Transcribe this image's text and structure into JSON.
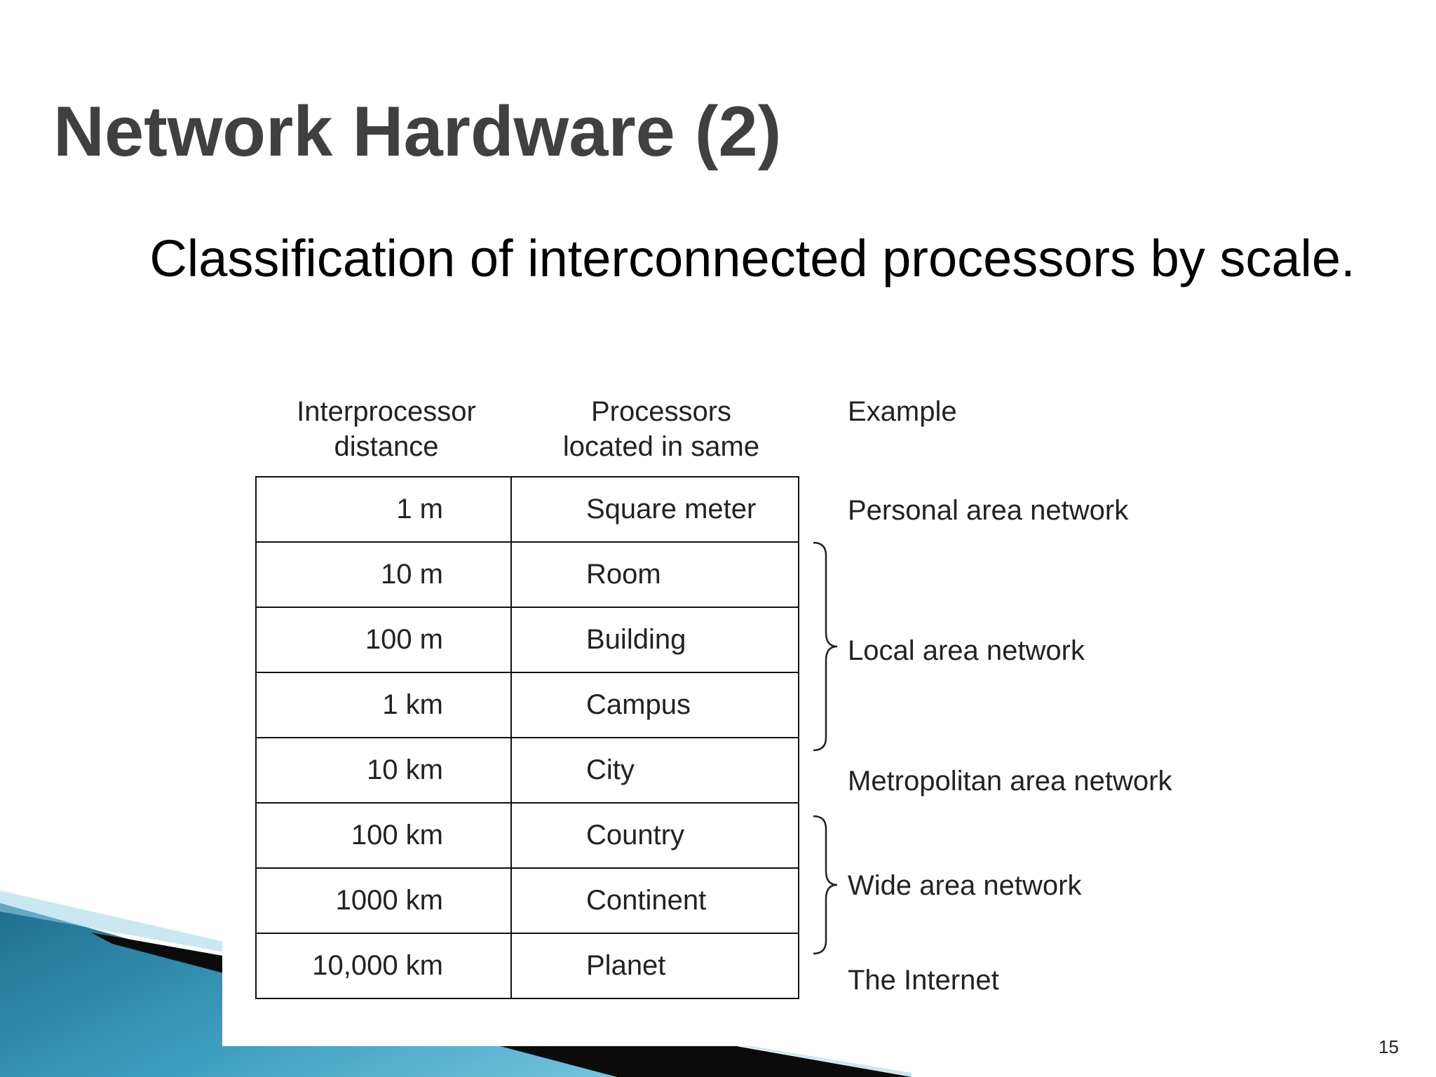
{
  "slide": {
    "title": "Network Hardware (2)",
    "subtitle": "Classification of interconnected processors by scale.",
    "page_number": "15"
  },
  "figure": {
    "headers": {
      "distance": "Interprocessor\ndistance",
      "located": "Processors\nlocated in same",
      "example": "Example"
    },
    "rows": [
      {
        "distance": "1 m",
        "located": "Square meter"
      },
      {
        "distance": "10 m",
        "located": "Room"
      },
      {
        "distance": "100 m",
        "located": "Building"
      },
      {
        "distance": "1 km",
        "located": "Campus"
      },
      {
        "distance": "10 km",
        "located": "City"
      },
      {
        "distance": "100 km",
        "located": "Country"
      },
      {
        "distance": "1000 km",
        "located": "Continent"
      },
      {
        "distance": "10,000 km",
        "located": "Planet"
      }
    ],
    "examples": [
      "Personal area network",
      "Local area network",
      "Metropolitan area network",
      "Wide area network",
      "The Internet"
    ]
  },
  "colors": {
    "title": "#404040",
    "swoosh_dark": "#1f6f8f",
    "swoosh_light": "#5fb6d3"
  }
}
